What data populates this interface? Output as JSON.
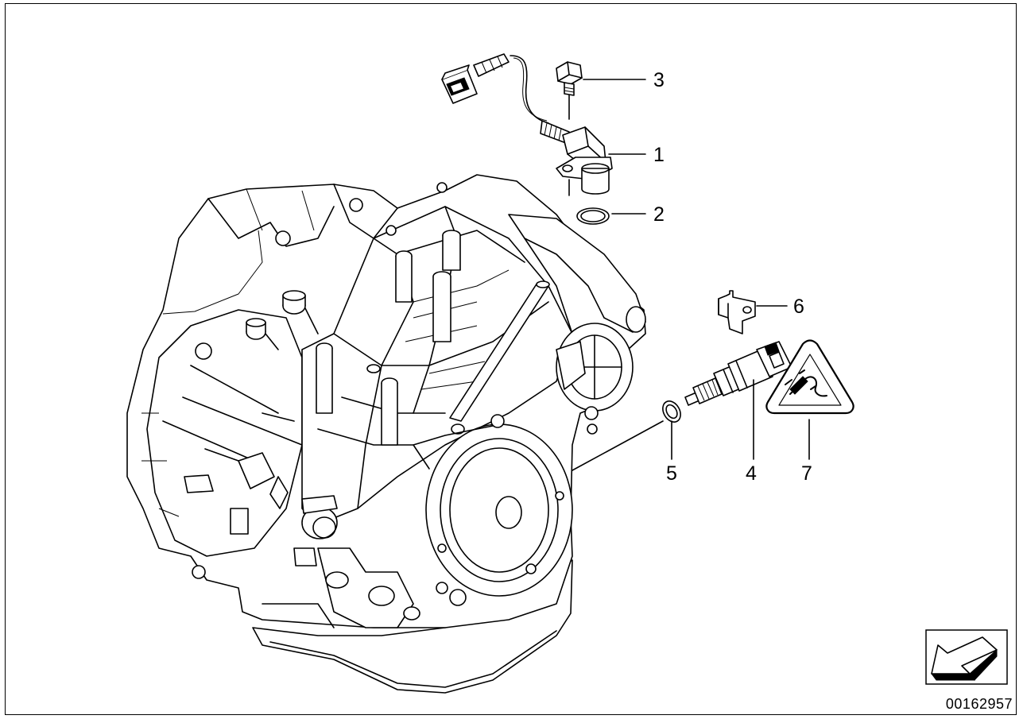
{
  "diagram": {
    "callouts": {
      "c1": "1",
      "c2": "2",
      "c3": "3",
      "c4": "4",
      "c5": "5",
      "c6": "6",
      "c7": "7"
    },
    "document_number": "00162957"
  },
  "icons": {
    "nav_arrow": "arrow-down-left-icon",
    "warning": "electrical-warning-triangle-icon"
  }
}
